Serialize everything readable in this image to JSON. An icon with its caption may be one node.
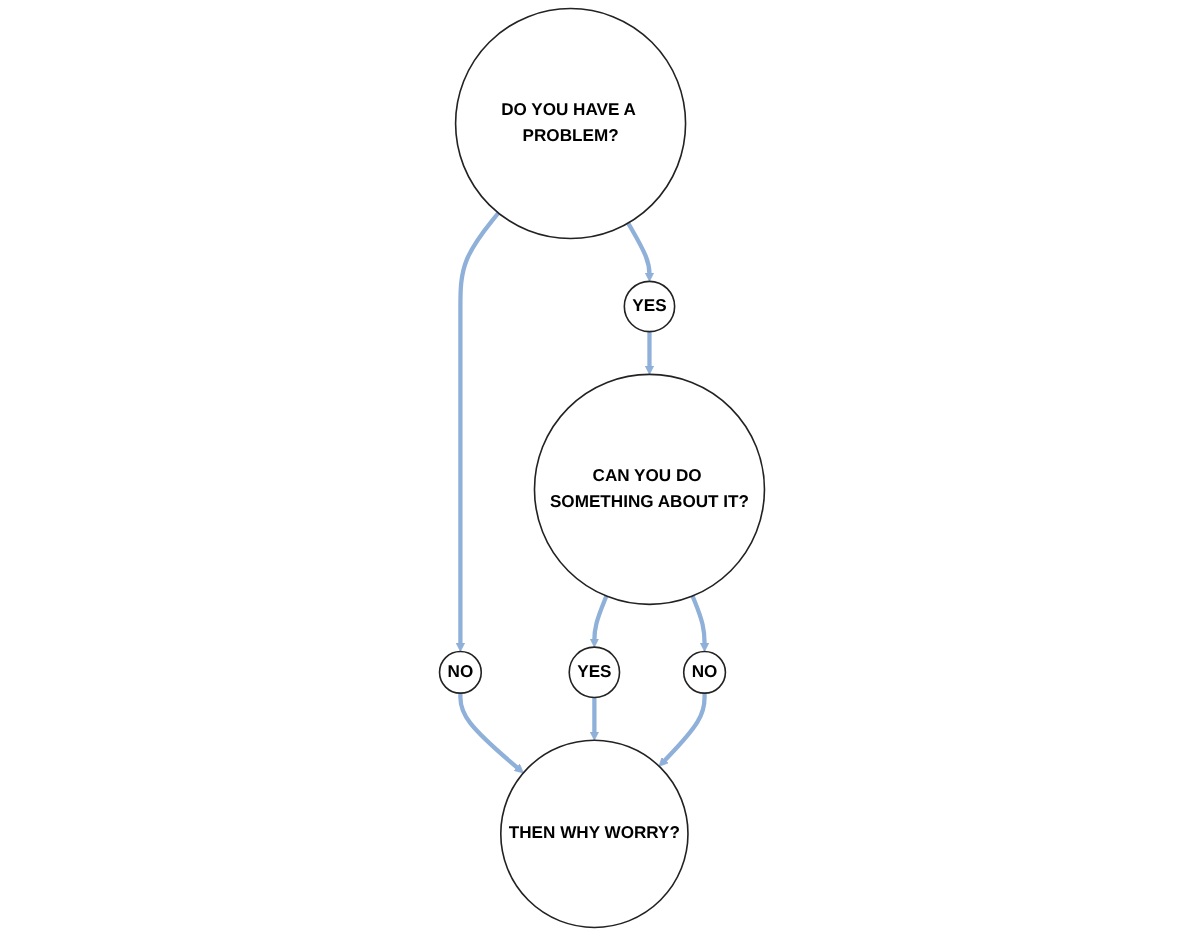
{
  "diagram": {
    "nodes": [
      {
        "text": [
          "DO YOU HAVE A PROBLEM?"
        ]
      },
      {
        "text": [
          "YES"
        ]
      },
      {
        "text": [
          "NO"
        ]
      },
      {
        "text": [
          "YES"
        ]
      },
      {
        "text": [
          "CAN YOU DO SOMETHING ABOUT IT?"
        ]
      },
      {
        "text": [
          "THEN WHY WORRY?"
        ]
      },
      {
        "text": [
          "NO"
        ]
      }
    ],
    "edges": [
      {
        "from": 0,
        "to": 1,
        "arrow": "to"
      },
      {
        "from": 0,
        "to": 2,
        "arrow": "to"
      },
      {
        "from": 1,
        "to": 4,
        "arrow": "to"
      },
      {
        "from": 2,
        "to": 5,
        "arrow": "to"
      },
      {
        "from": 4,
        "to": 3,
        "arrow": "to"
      },
      {
        "from": 3,
        "to": 5,
        "arrow": "to"
      },
      {
        "from": 4,
        "to": 6,
        "arrow": "to"
      },
      {
        "from": 6,
        "to": 5,
        "arrow": "to"
      }
    ]
  }
}
